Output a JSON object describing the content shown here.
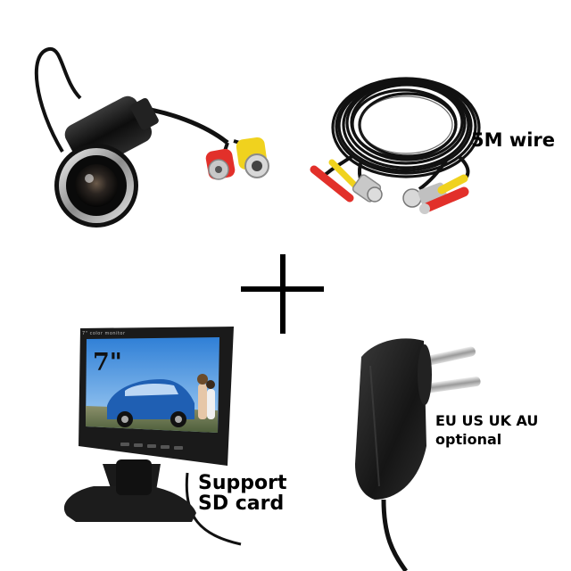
{
  "labels": {
    "wire": "5M wire",
    "sd_line1": "Support",
    "sd_line2": "SD card",
    "plug_line1": "EU US UK AU",
    "plug_line2": "optional",
    "screen_size": "7\"",
    "monitor_brand": "7\" color monitor"
  },
  "icons": {
    "plus": "plus-icon"
  },
  "colors": {
    "background": "#ffffff",
    "cable": "#111111",
    "rca_red": "#e2302a",
    "rca_yellow": "#f0d21e",
    "bnc_silver": "#c8c8c8",
    "monitor_body": "#1a1a1a",
    "sky": "#5aa3e8",
    "car": "#1f5fb3"
  }
}
